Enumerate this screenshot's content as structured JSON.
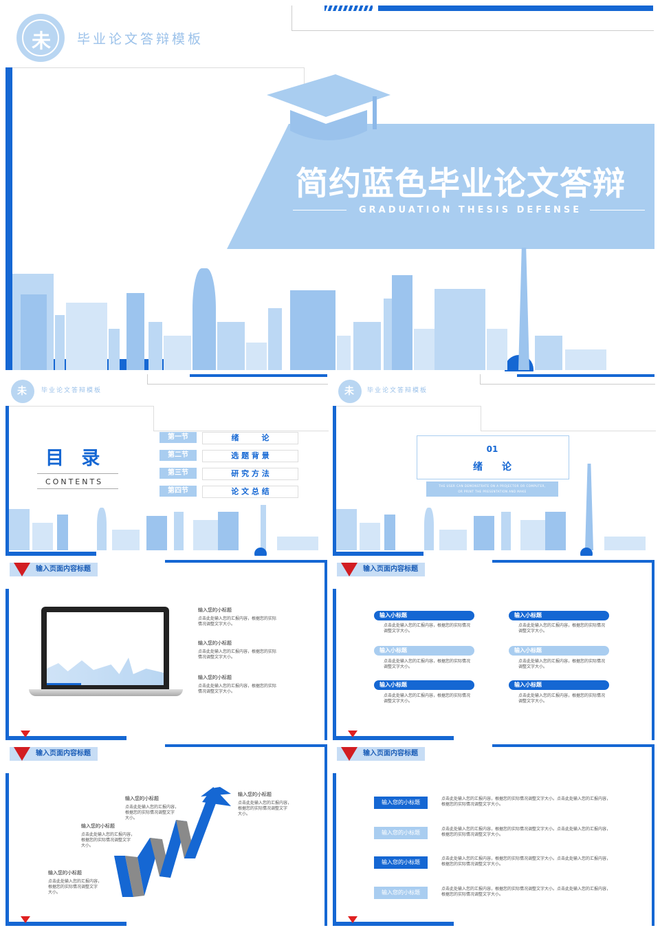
{
  "header": {
    "title": "毕业论文答辩模板"
  },
  "cover": {
    "title": "简约蓝色毕业论文答辩",
    "subtitle": "GRADUATION THESIS DEFENSE"
  },
  "slide2": {
    "brand": "毕业论文答辩模板",
    "title": "目 录",
    "subtitle": "CONTENTS",
    "items": [
      {
        "section": "第一节",
        "label": "绪　　　论"
      },
      {
        "section": "第二节",
        "label": "选 题 背 景"
      },
      {
        "section": "第三节",
        "label": "研 究 方 法"
      },
      {
        "section": "第四节",
        "label": "论 文 总 结"
      }
    ]
  },
  "slide3": {
    "brand": "毕业论文答辩模板",
    "number": "01",
    "title": "绪　　论",
    "note_line1": "THE USER CAN DEMONSTRATE ON A PROJECTOR OR COMPUTER,",
    "note_line2": "OR PRINT THE PRESENTATION AND MAKE"
  },
  "slide4": {
    "tag": "输入页面内容标题",
    "items": [
      {
        "title": "输入您的小标题",
        "body1": "点击此处输入您的汇报内容，根据您的实际",
        "body2": "情况调整文字大小。"
      },
      {
        "title": "输入您的小标题",
        "body1": "点击此处输入您的汇报内容，根据您的实际",
        "body2": "情况调整文字大小。"
      },
      {
        "title": "输入您的小标题",
        "body1": "点击此处输入您的汇报内容，根据您的实际",
        "body2": "情况调整文字大小。"
      }
    ]
  },
  "slide5": {
    "tag": "输入页面内容标题",
    "items": [
      {
        "title": "输入小标题",
        "body1": "点击此处输入您的汇报内容，根据您的实际情况",
        "body2": "调整文字大小。"
      },
      {
        "title": "输入小标题",
        "body1": "点击此处输入您的汇报内容，根据您的实际情况",
        "body2": "调整文字大小。"
      },
      {
        "title": "输入小标题",
        "body1": "点击此处输入您的汇报内容，根据您的实际情况",
        "body2": "调整文字大小。"
      },
      {
        "title": "输入小标题",
        "body1": "点击此处输入您的汇报内容，根据您的实际情况",
        "body2": "调整文字大小。"
      },
      {
        "title": "输入小标题",
        "body1": "点击此处输入您的汇报内容，根据您的实际情况",
        "body2": "调整文字大小。"
      },
      {
        "title": "输入小标题",
        "body1": "点击此处输入您的汇报内容，根据您的实际情况",
        "body2": "调整文字大小。"
      }
    ]
  },
  "slide6": {
    "tag": "输入页面内容标题",
    "items": [
      {
        "title": "输入您的小标题",
        "b1": "点击此处输入您的汇报内容，",
        "b2": "根据您的实际情况调整文字",
        "b3": "大小。"
      },
      {
        "title": "输入您的小标题",
        "b1": "点击此处输入您的汇报内容，",
        "b2": "根据您的实际情况调整文字",
        "b3": "大小。"
      },
      {
        "title": "输入您的小标题",
        "b1": "点击此处输入您的汇报内容，",
        "b2": "根据您的实际情况调整文字",
        "b3": "大小。"
      },
      {
        "title": "输入您的小标题",
        "b1": "点击此处输入您的汇报内容，",
        "b2": "根据您的实际情况调整文字",
        "b3": "大小。"
      }
    ]
  },
  "slide7": {
    "tag": "输入页面内容标题",
    "items": [
      {
        "label": "输入您的小标题",
        "body1": "点击此处输入您的汇报内容，根据您的实际情况调整文字大小。点击此处输入您的汇报内容，",
        "body2": "根据您的实际情况调整文字大小。"
      },
      {
        "label": "输入您的小标题",
        "body1": "点击此处输入您的汇报内容，根据您的实际情况调整文字大小。点击此处输入您的汇报内容，",
        "body2": "根据您的实际情况调整文字大小。"
      },
      {
        "label": "输入您的小标题",
        "body1": "点击此处输入您的汇报内容，根据您的实际情况调整文字大小。点击此处输入您的汇报内容，",
        "body2": "根据您的实际情况调整文字大小。"
      },
      {
        "label": "输入您的小标题",
        "body1": "点击此处输入您的汇报内容，根据您的实际情况调整文字大小。点击此处输入您的汇报内容，",
        "body2": "根据您的实际情况调整文字大小。"
      }
    ]
  },
  "colors": {
    "accent": "#1567d3",
    "light": "#a9cdf0",
    "red": "#d21d22"
  }
}
